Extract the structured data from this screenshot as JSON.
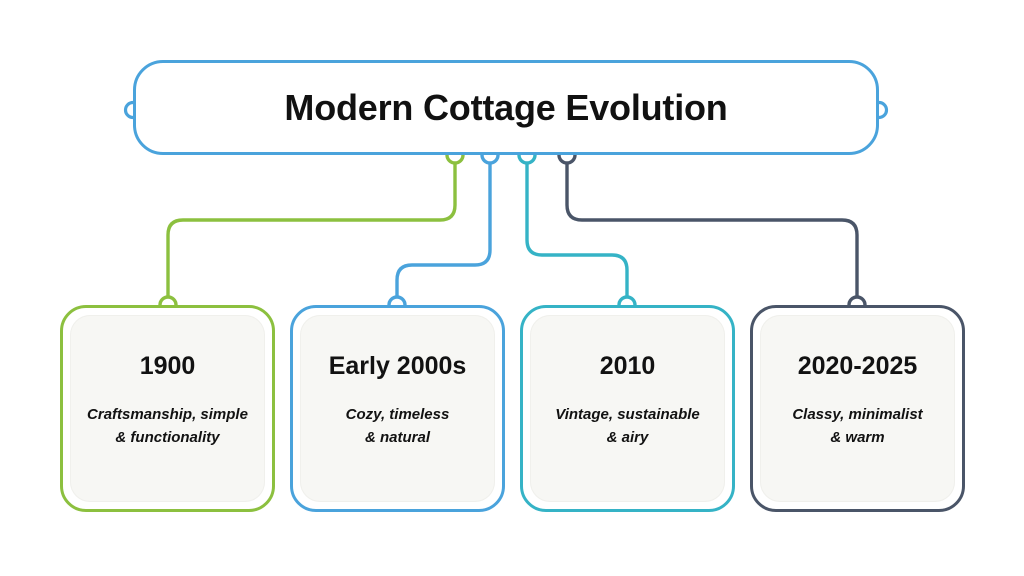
{
  "diagram": {
    "type": "timeline-tree",
    "title": "Modern Cottage Evolution",
    "branch_colors": [
      "#8cc03f",
      "#4aa3dc",
      "#35b3c6",
      "#4a5568"
    ],
    "title_border_color": "#4aa3dc",
    "background": "#ffffff",
    "stages": [
      {
        "label": "1900",
        "description": "Craftsmanship, simple & functionality",
        "description_line1": "Craftsmanship, simple",
        "description_line2": "& functionality",
        "color": "#8cc03f"
      },
      {
        "label": "Early 2000s",
        "description": "Cozy, timeless & natural",
        "description_line1": "Cozy, timeless",
        "description_line2": "& natural",
        "color": "#4aa3dc"
      },
      {
        "label": "2010",
        "description": "Vintage, sustainable & airy",
        "description_line1": "Vintage, sustainable",
        "description_line2": "& airy",
        "color": "#35b3c6"
      },
      {
        "label": "2020-2025",
        "description": "Classy, minimalist & warm",
        "description_line1": "Classy, minimalist",
        "description_line2": "& warm",
        "color": "#4a5568"
      }
    ]
  }
}
